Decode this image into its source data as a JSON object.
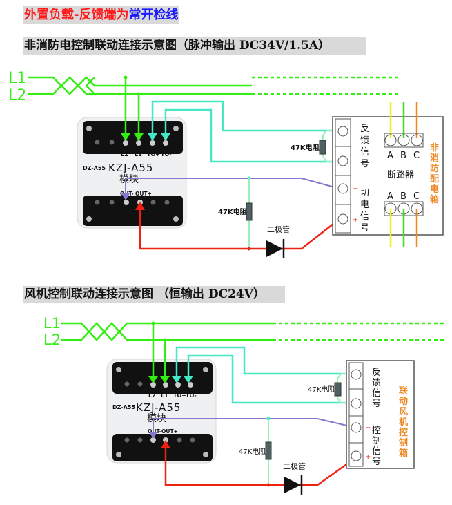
{
  "header": {
    "title_part1": "外置负载-反馈端为",
    "title_part2": "常开检线",
    "colors": {
      "part1": "#ff1a1a",
      "part2": "#1a1aff"
    }
  },
  "diagram1": {
    "title": "非消防电控制联动连接示意图（脉冲输出 DC34V/1.5A）",
    "line_labels": [
      "L1",
      "L2"
    ],
    "module": {
      "model_tag": "DZ-A55",
      "name": "KZJ-A55",
      "name_sub": "模块",
      "top_terminals": [
        "L2",
        "L1",
        "TO+",
        "TO-"
      ],
      "bottom_terminals": [
        "OUT-",
        "OUT+"
      ]
    },
    "feedback_resistor": "47K电阻",
    "output_resistor": "47K电阻",
    "diode": "二极管",
    "box": {
      "feedback_label": "反馈信号",
      "cutoff_label": "切电信号",
      "minus": "−",
      "plus": "+",
      "breaker_label": "断路器",
      "phases_top": [
        "A",
        "B",
        "C"
      ],
      "phases_bottom": [
        "A",
        "B",
        "C"
      ],
      "side_label": "非消防配电箱"
    }
  },
  "diagram2": {
    "title": "风机控制联动连接示意图 （恒输出 DC24V）",
    "line_labels": [
      "L1",
      "L2"
    ],
    "module": {
      "model_tag": "DZ-A55",
      "name": "KZJ-A55",
      "name_sub": "模块",
      "top_terminals": [
        "L2",
        "L1",
        "TO+",
        "TO-"
      ],
      "bottom_terminals": [
        "OUT-",
        "OUT+"
      ]
    },
    "feedback_resistor": "47K电阻",
    "output_resistor": "47K电阻",
    "diode": "二极管",
    "box": {
      "feedback_label": "反馈信号",
      "control_label": "控制信号",
      "minus": "−",
      "plus": "+",
      "side_label": "联动风机控制箱"
    }
  },
  "colors": {
    "power_line": "#33ee11",
    "feedback_line": "#44e8c4",
    "negative_line": "#8877cc",
    "positive_line": "#ee2211",
    "resistor_lead": "#99f0b8",
    "phase_a": "#eeee22",
    "phase_b": "#44dd22",
    "phase_c": "#ee8822",
    "orange_label": "#ee8822"
  }
}
